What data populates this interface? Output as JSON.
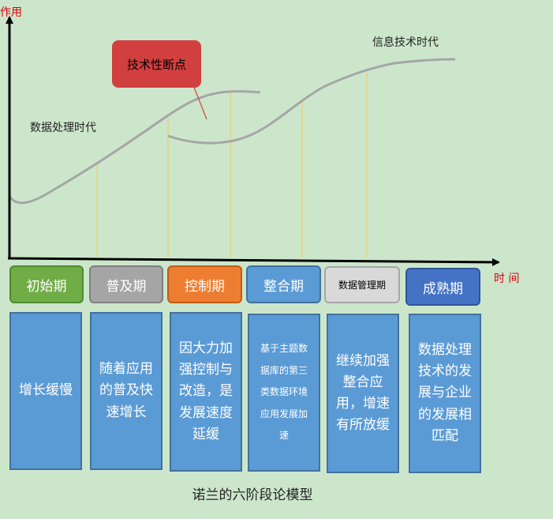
{
  "axis": {
    "y_label": "作用",
    "x_label": "时 间"
  },
  "eras": {
    "data_processing": "数据处理时代",
    "information_technology": "信息技术时代"
  },
  "callout": "技术性断点",
  "stages": [
    {
      "name": "初始期",
      "fill": "#70ad47",
      "border": "#4e8a2e",
      "text_color": "#ffffff",
      "description": "增长缓慢"
    },
    {
      "name": "普及期",
      "fill": "#a5a5a5",
      "border": "#7f7f7f",
      "text_color": "#ffffff",
      "description": "随着应用的普及快速增长"
    },
    {
      "name": "控制期",
      "fill": "#ed7d31",
      "border": "#c55a11",
      "text_color": "#ffffff",
      "description": "因大力加强控制与改造，是发展速度延缓"
    },
    {
      "name": "整合期",
      "fill": "#5b9bd5",
      "border": "#41719c",
      "text_color": "#ffffff",
      "description": "基于主题数据库的第三类数据环境应用发展加速"
    },
    {
      "name": "数据管理期",
      "fill": "#d9d9d9",
      "border": "#a6a6a6",
      "text_color": "#000000",
      "description": "继续加强整合应用，增速有所放缓"
    },
    {
      "name": "成熟期",
      "fill": "#4472c4",
      "border": "#2f5597",
      "text_color": "#ffffff",
      "description": "数据处理技术的发展与企业的发展相匹配"
    }
  ],
  "caption": "诺兰的六阶段论模型",
  "colors": {
    "background": "#cce6cc",
    "curve": "#a6a6a6",
    "guide_lines": "#f2c94c",
    "axis": "#000000"
  }
}
